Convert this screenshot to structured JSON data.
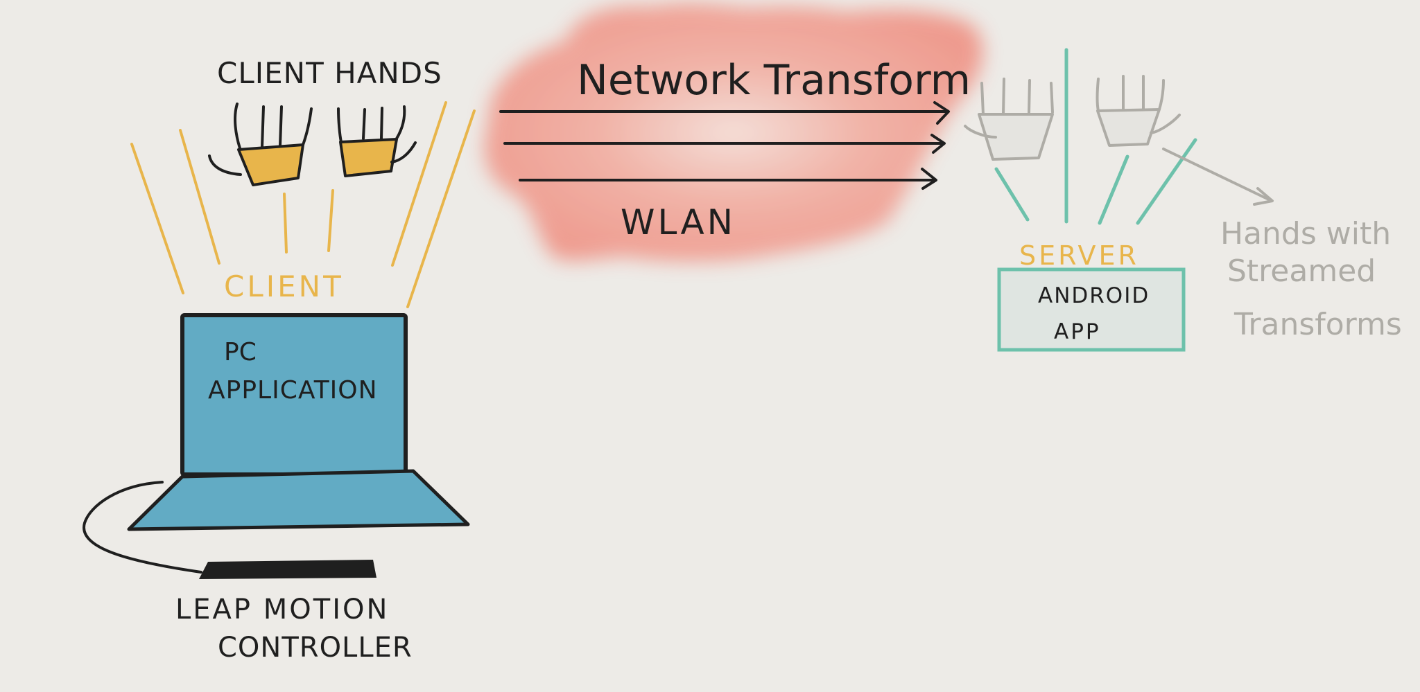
{
  "labels": {
    "client_hands": "CLIENT HANDS",
    "client": "CLIENT",
    "pc_application_line1": "PC",
    "pc_application_line2": "APPLICATION",
    "leap_motion_line1": "LEAP MOTION",
    "leap_motion_line2": "CONTROLLER",
    "network_transform": "Network Transform",
    "wlan": "WLAN",
    "server": "SERVER",
    "android_line1": "ANDROID",
    "android_line2": "APP",
    "streamed_line1": "Hands with",
    "streamed_line2": "Streamed",
    "streamed_line3": "Transforms"
  },
  "colors": {
    "background": "#edebe7",
    "ink": "#1f1f1f",
    "client_accent": "#e8b54b",
    "laptop_blue": "#62abc4",
    "cloud_red": "#ef8a7c",
    "server_green": "#6dc1ab",
    "server_box_fill": "#dfe5e1",
    "ghost_gray": "#aeaca6",
    "ghost_fill": "#e5e4e0"
  },
  "icons": {
    "client_hands": "hand-icon",
    "server_hands": "hand-icon",
    "laptop": "laptop-icon",
    "leap_controller": "sensor-bar-icon",
    "cloud": "cloud-icon"
  }
}
